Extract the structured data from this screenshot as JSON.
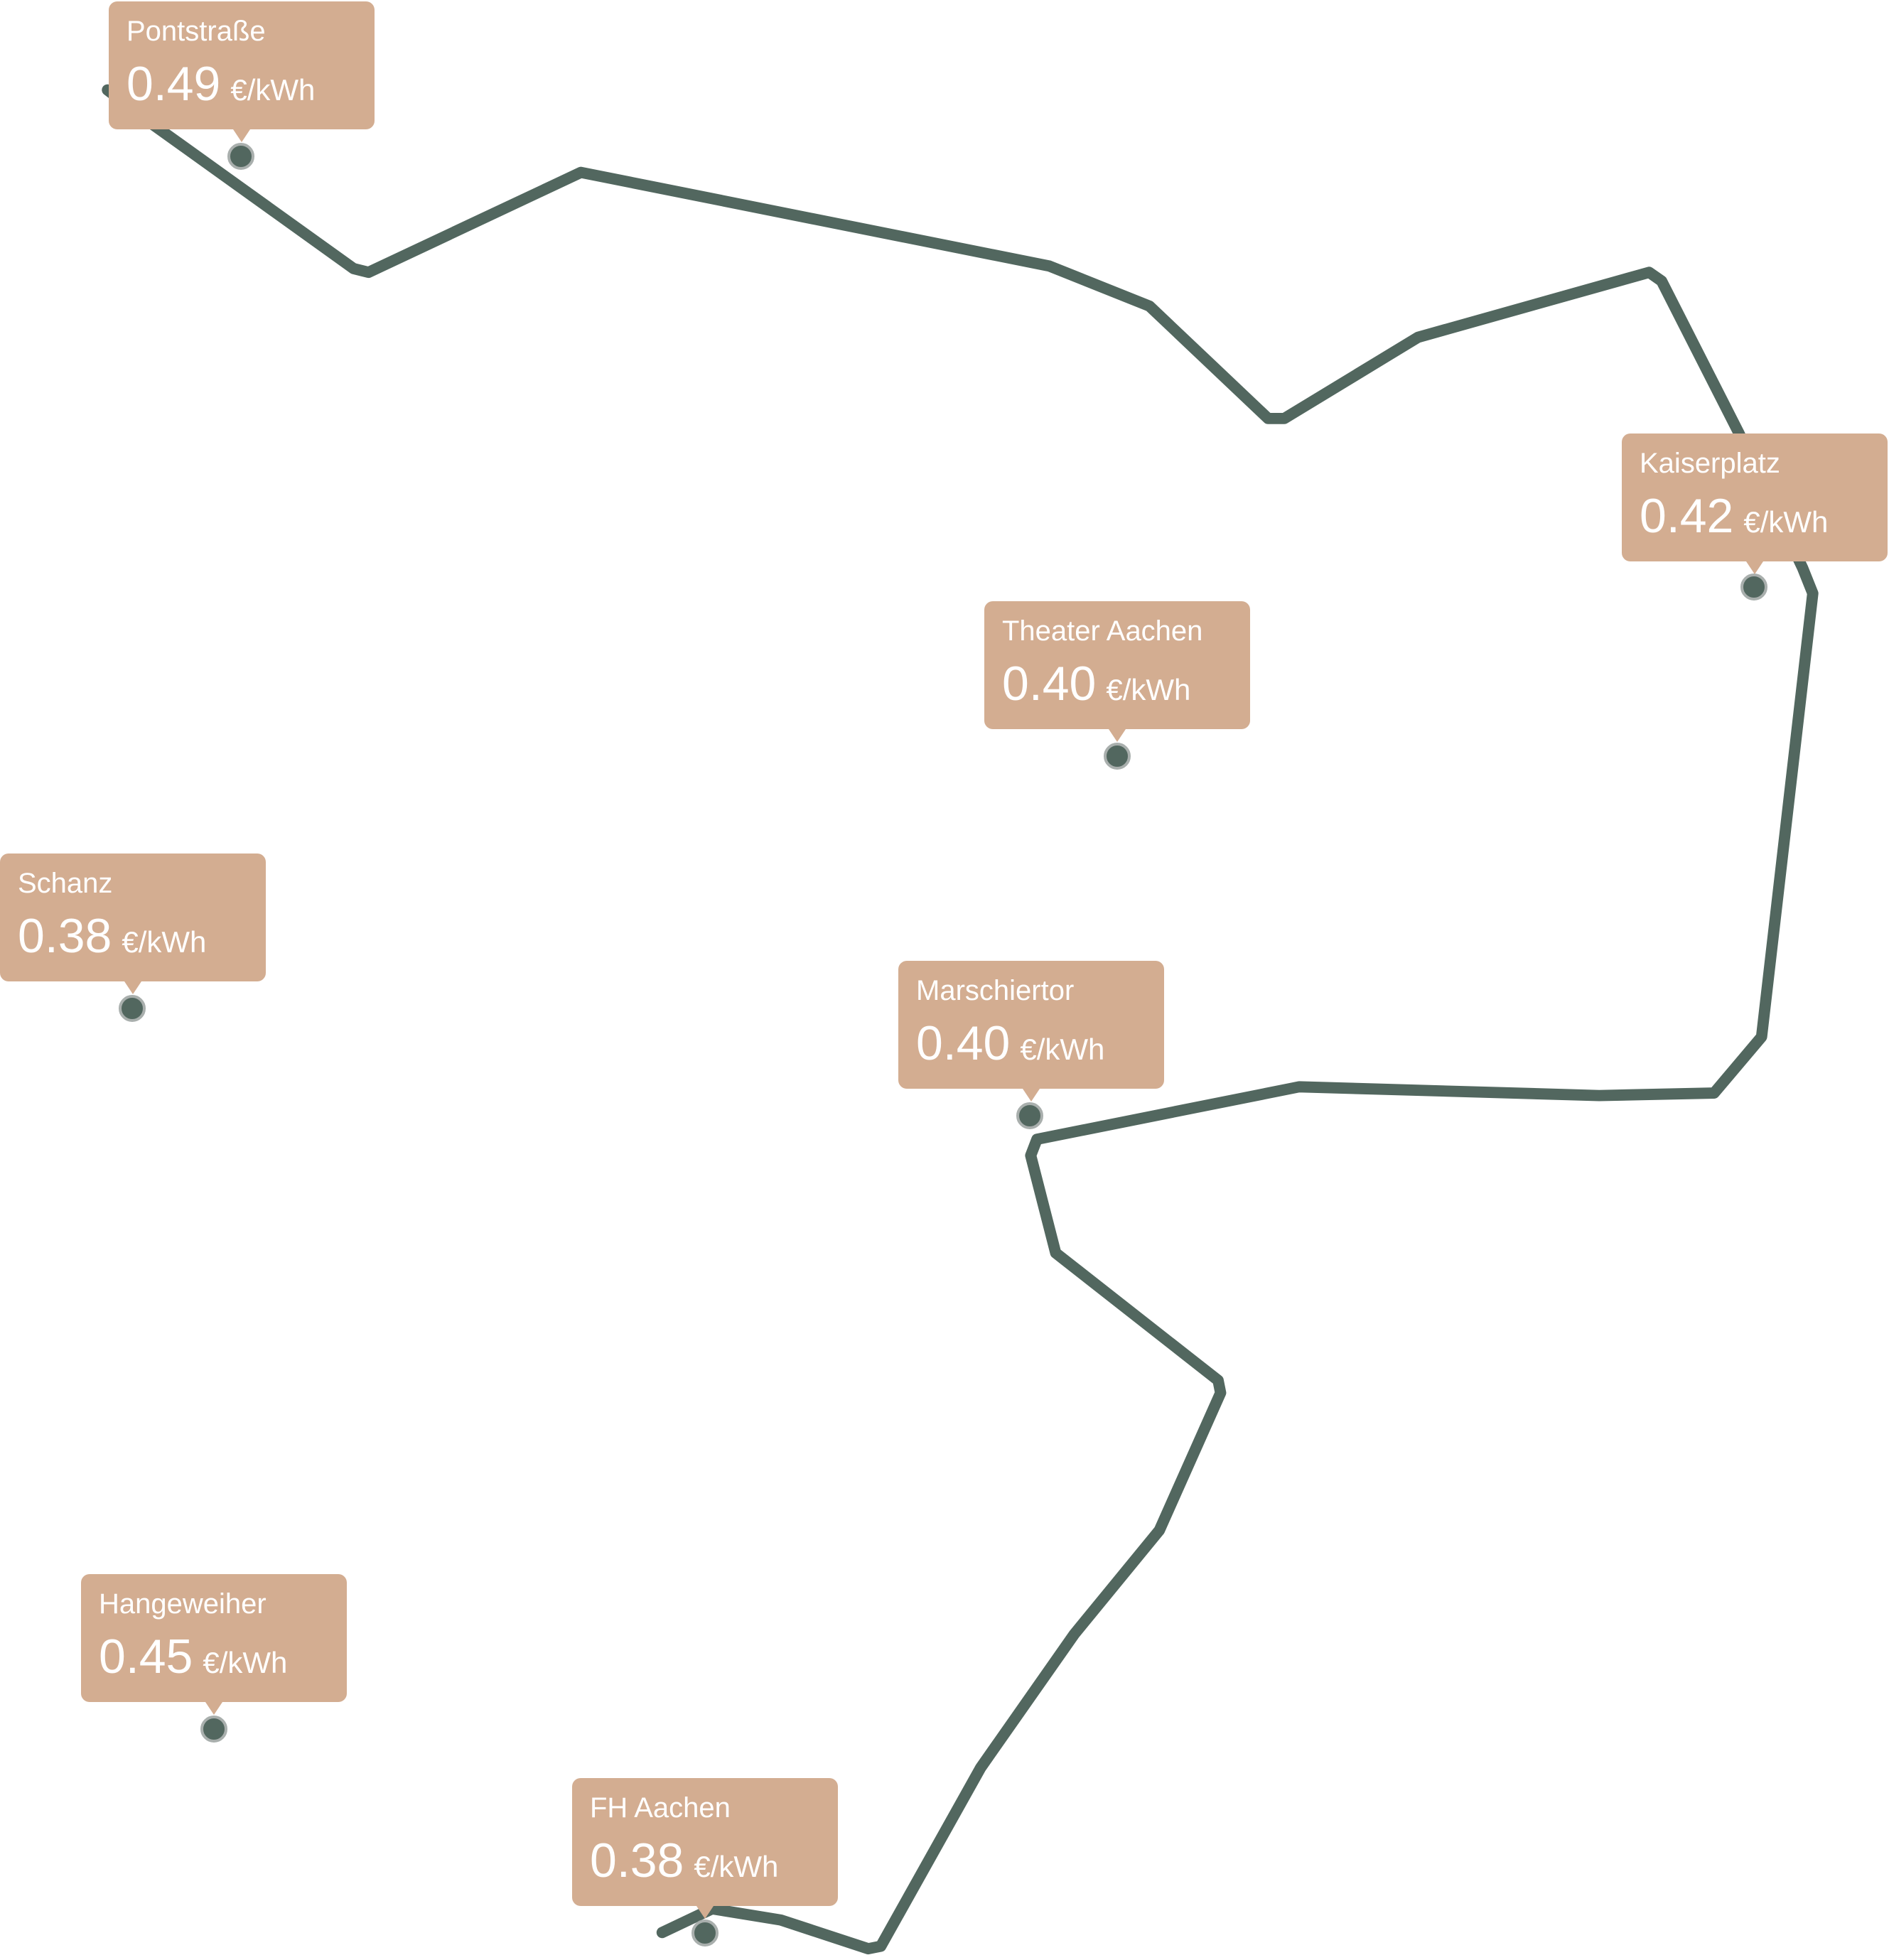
{
  "colors": {
    "route": "#52675f",
    "label_bg": "#d3ad91",
    "dot": "#52675f",
    "dot_ring": "#a9afad"
  },
  "unit": "€/kWh",
  "stations": [
    {
      "name": "Pontstraße",
      "price": "0.49"
    },
    {
      "name": "Kaiserplatz",
      "price": "0.42"
    },
    {
      "name": "Theater Aachen",
      "price": "0.40"
    },
    {
      "name": "Schanz",
      "price": "0.38"
    },
    {
      "name": "Marschiertor",
      "price": "0.40"
    },
    {
      "name": "Hangeweiher",
      "price": "0.45"
    },
    {
      "name": "FH Aachen",
      "price": "0.38"
    }
  ]
}
